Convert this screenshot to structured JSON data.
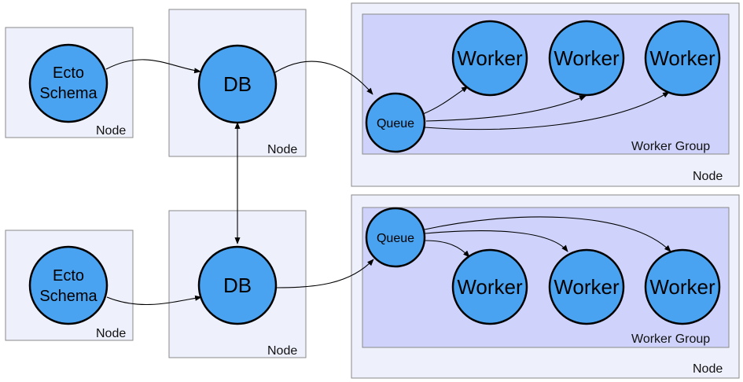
{
  "colors": {
    "circle_fill": "#4aa3f1",
    "node_box": "#eef0fc",
    "worker_group": "#cfd3fb",
    "border": "#8a8a8a"
  },
  "labels": {
    "node": "Node",
    "worker_group": "Worker Group"
  },
  "nodes": {
    "ecto_top": [
      "Ecto",
      "Schema"
    ],
    "ecto_bottom": [
      "Ecto",
      "Schema"
    ],
    "db_top": "DB",
    "db_bottom": "DB",
    "queue_top": "Queue",
    "queue_bottom": "Queue",
    "worker": "Worker"
  }
}
